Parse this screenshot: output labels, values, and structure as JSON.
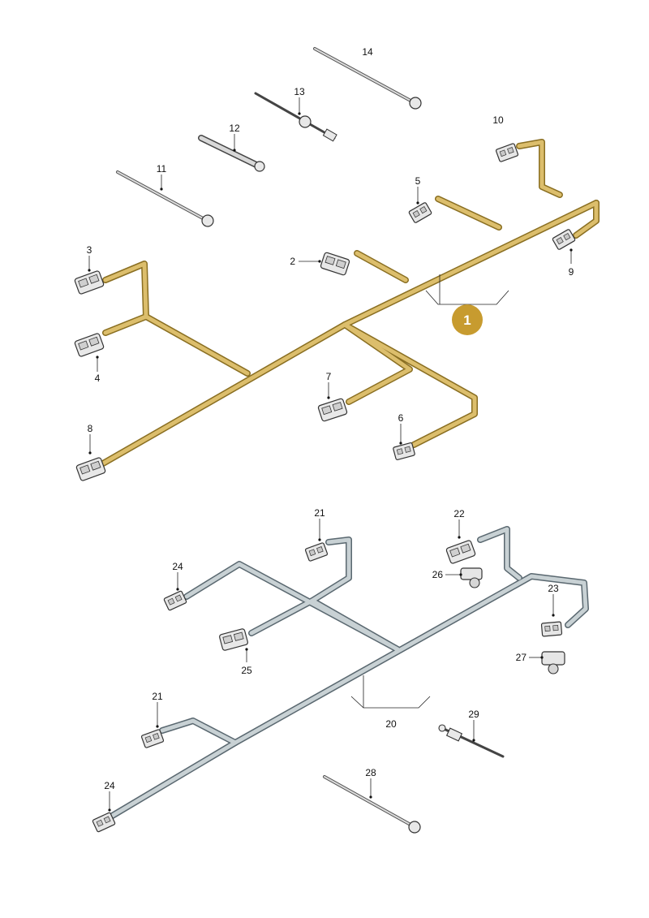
{
  "upper_assembly": {
    "badge": "1",
    "wire_color": "#d4b35c",
    "badge_color": "#c79b2f",
    "labels": [
      "2",
      "3",
      "4",
      "5",
      "6",
      "7",
      "8",
      "9",
      "10",
      "11",
      "12",
      "13",
      "14"
    ]
  },
  "lower_assembly": {
    "wire_color": "#b9c4c8",
    "labels": [
      "20",
      "21",
      "21",
      "22",
      "23",
      "24",
      "24",
      "25",
      "26",
      "27",
      "28",
      "29"
    ]
  }
}
